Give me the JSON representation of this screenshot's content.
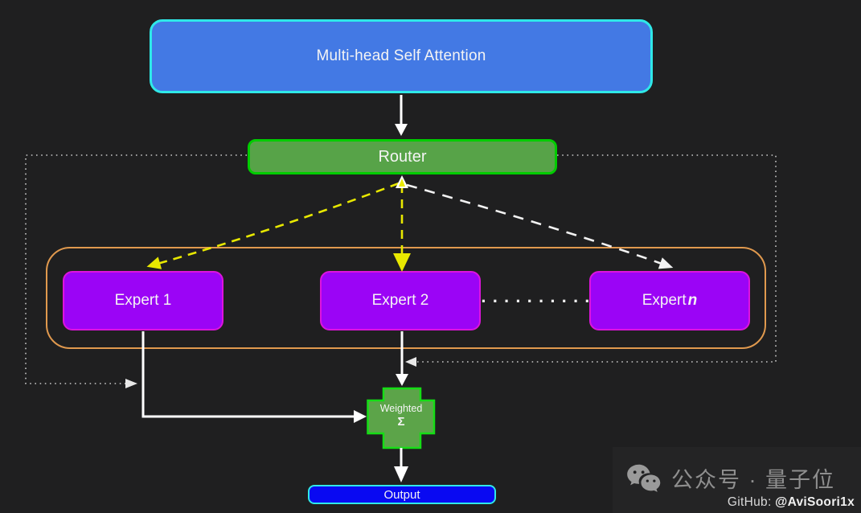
{
  "diagram": {
    "attention_label": "Multi-head Self Attention",
    "router_label": "Router",
    "expert1_label": "Expert 1",
    "expert2_label": "Expert 2",
    "expertN_prefix": "Expert",
    "expertN_var": "n",
    "ellipsis": "··········",
    "weighted_sum_line1": "Weighted",
    "weighted_sum_line2": "Σ",
    "output_label": "Output",
    "colors": {
      "background": "#1f1f20",
      "attention_fill": "#4379e4",
      "attention_border": "#2fe8e8",
      "router_fill": "#57a348",
      "router_border": "#00cc00",
      "expert_fill": "#9b04f6",
      "expert_border": "#dd14dd",
      "experts_container_border": "#e0994e",
      "weighted_sum_fill": "#5ca449",
      "weighted_sum_border": "#15dd15",
      "output_fill": "#0909f2",
      "output_border": "#2fe8e8",
      "routing_selected_dash": "#e8e800",
      "routing_other_dash": "#ffffff",
      "skip_connection_dotted": "#c9c9c9",
      "flow_arrow": "#ffffff"
    }
  },
  "watermark": {
    "wechat_text": "公众号 · 量子位",
    "github_prefix": "GitHub: ",
    "github_handle": "@AviSoori1x"
  }
}
